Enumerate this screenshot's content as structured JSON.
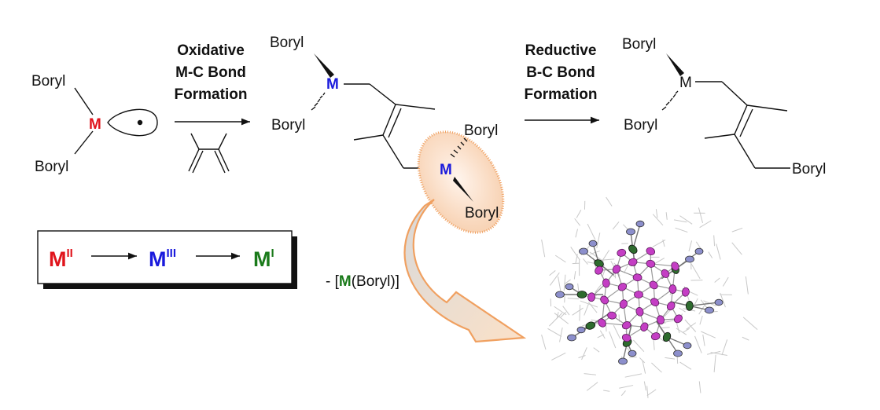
{
  "labels": {
    "boryl": "Boryl",
    "metal": "M",
    "step1": [
      "Oxidative",
      "M-C Bond",
      "Formation"
    ],
    "step2": [
      "Reductive",
      "B-C Bond",
      "Formation"
    ],
    "release_prefix": "- [",
    "release_metal": "M",
    "release_suffix": "(Boryl)]"
  },
  "oxidation_states": {
    "start_sup": "II",
    "middle_sup": "III",
    "end_sup": "I"
  },
  "colors": {
    "m_ii": "#e0141c",
    "m_iii": "#1a1adc",
    "m_i": "#1a7a1a",
    "ellipse_fill": "#fbe5d3",
    "ellipse_stroke": "#f0a060"
  }
}
